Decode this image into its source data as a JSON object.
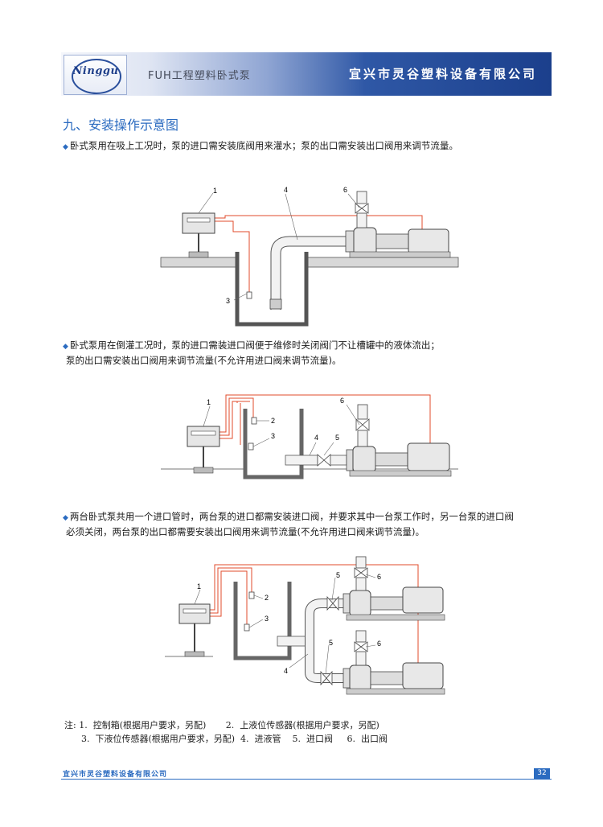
{
  "header": {
    "logo_text": "Ninggu",
    "title": "FUH工程塑料卧式泵",
    "company": "宜兴市灵谷塑料设备有限公司"
  },
  "section": {
    "heading": "九、安装操作示意图"
  },
  "diagrams": [
    {
      "caption_lines": [
        "卧式泵用在吸上工况时，泵的进口需安装底阀用来灌水；泵的出口需安装出口阀用来调节流量。"
      ],
      "labels": [
        "1",
        "4",
        "6",
        "3"
      ]
    },
    {
      "caption_lines": [
        "卧式泵用在倒灌工况时，泵的进口需装进口阀便于维修时关闭阀门不让槽罐中的液体流出；",
        "泵的出口需安装出口阀用来调节流量(不允许用进口阀来调节流量)。"
      ],
      "labels": [
        "1",
        "2",
        "3",
        "4",
        "5",
        "6"
      ]
    },
    {
      "caption_lines": [
        "两台卧式泵共用一个进口管时，两台泵的进口都需安装进口阀，并要求其中一台泵工作时，另一台泵的进口阀",
        "必须关闭，两台泵的出口都需要安装出口阀用来调节流量(不允许用进口阀来调节流量)。"
      ],
      "labels": [
        "1",
        "2",
        "3",
        "4",
        "5",
        "6",
        "5",
        "6"
      ]
    }
  ],
  "notes": {
    "line1": "注: 1.  控制箱(根据用户要求，另配)       2.  上液位传感器(根据用户要求，另配)",
    "line2": "      3.  下液位传感器(根据用户要求，另配)  4.  进液管    5.  进口阀     6.  出口阀"
  },
  "footer": {
    "company": "宜兴市灵谷塑料设备有限公司",
    "page_number": "32"
  },
  "colors": {
    "accent": "#2b6bc0",
    "wire": "#e24b2b",
    "header_dark": "#1b3f8c"
  }
}
